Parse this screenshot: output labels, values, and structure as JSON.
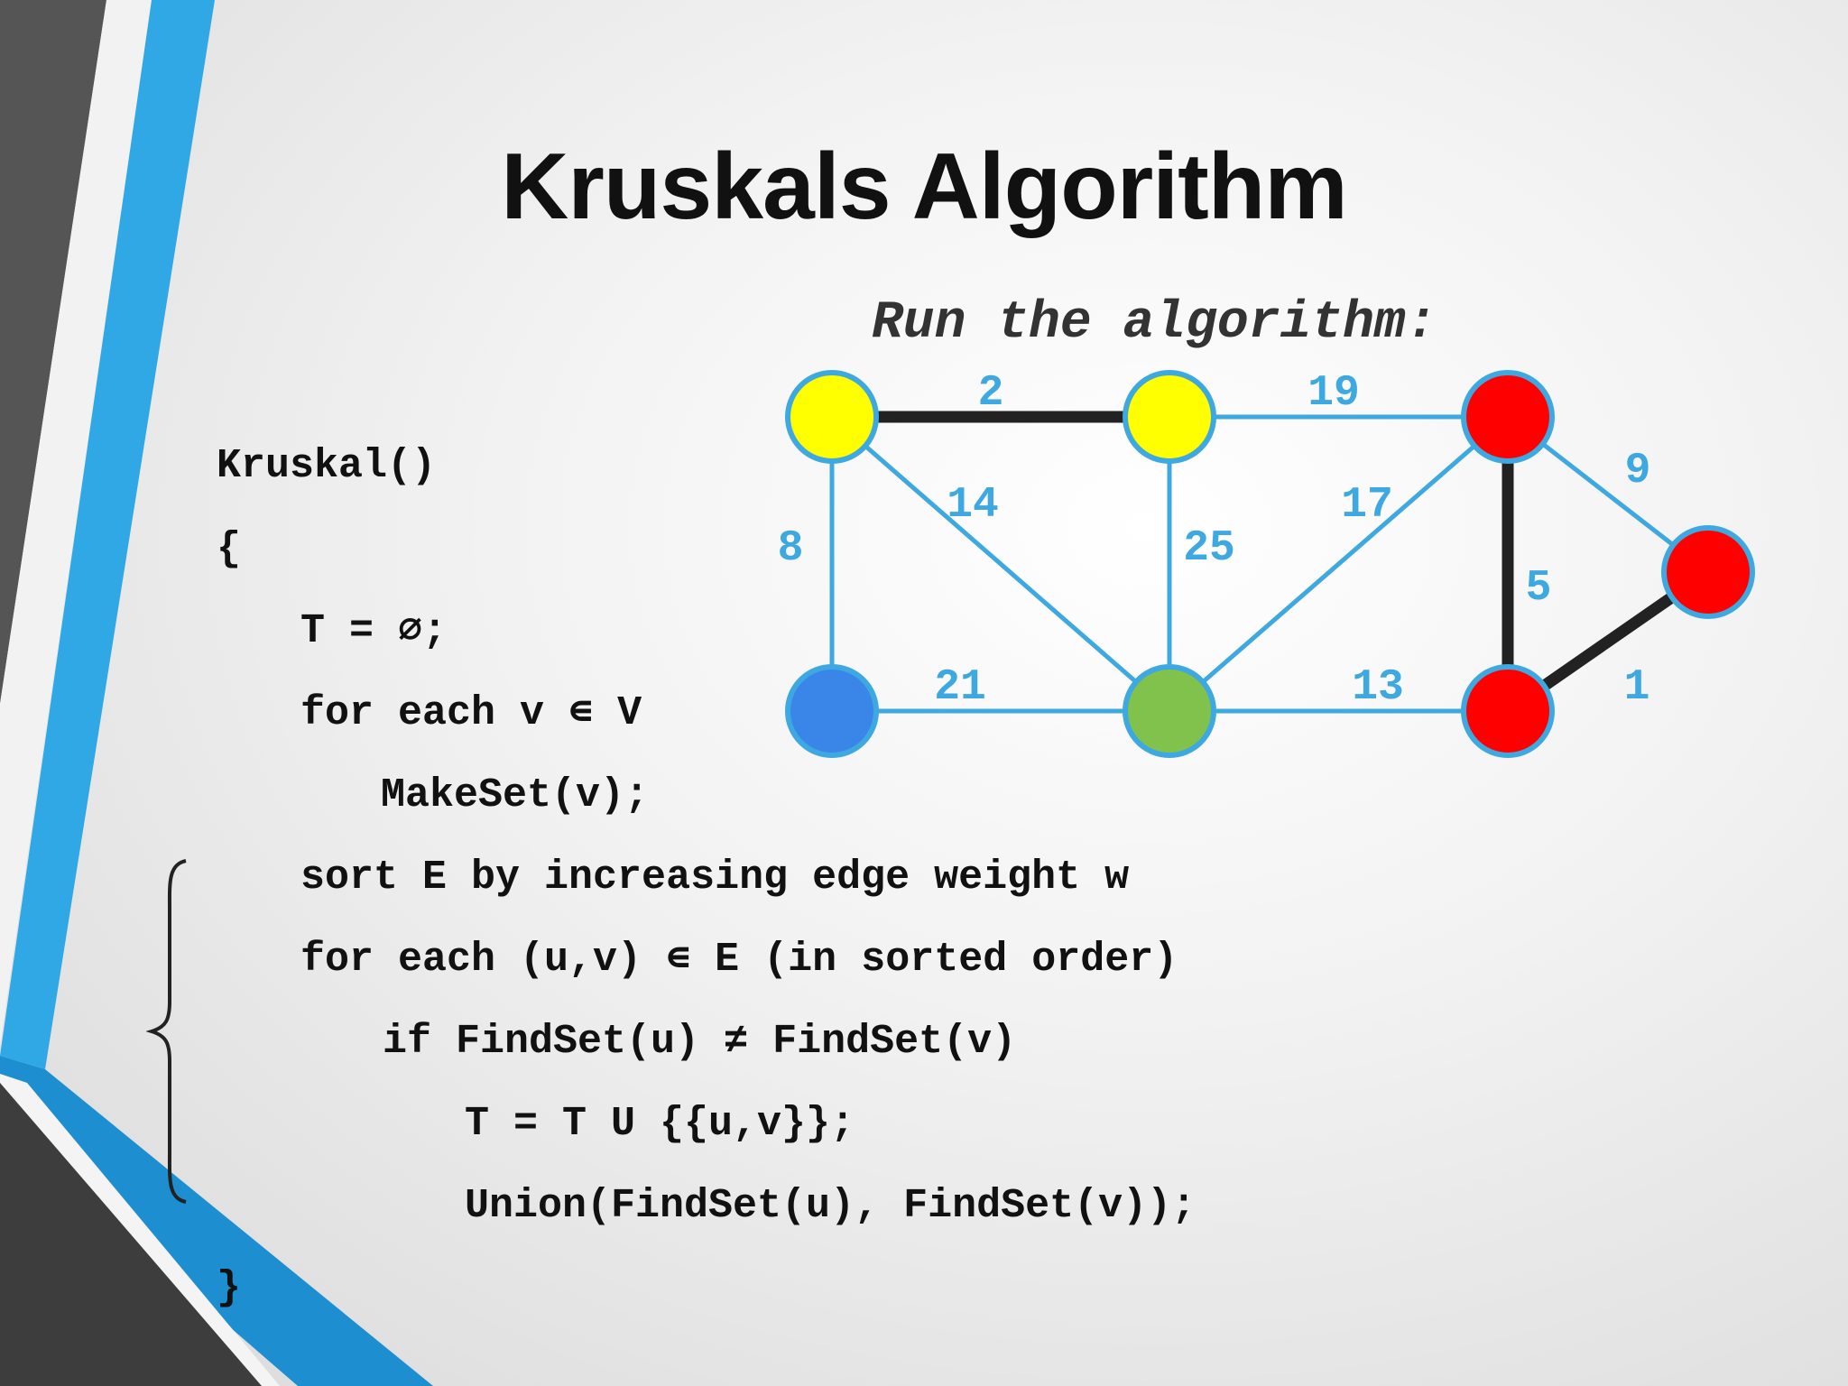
{
  "title": "Kruskals Algorithm",
  "subtitle": "Run the algorithm:",
  "code": [
    "Kruskal()",
    "{",
    "T = ∅;",
    "for each v ∊ V",
    "MakeSet(v);",
    "sort E by increasing edge weight w",
    "for each (u,v) ∊ E (in sorted order)",
    "if FindSet(u) ≠ FindSet(v)",
    "T = T U {{u,v}};",
    "Union(FindSet(u), FindSet(v));",
    "}"
  ],
  "colors": {
    "edge": "#3ea8e0",
    "tree_edge": "#222222",
    "node_outline": "#3ea8e0",
    "weight_label": "#3ea8e0",
    "yellow": "#ffff00",
    "red": "#ff0000",
    "blue": "#3a86e8",
    "green": "#80c24c"
  },
  "graph": {
    "nodes": [
      {
        "id": "n1",
        "color": "#ffff00"
      },
      {
        "id": "n2",
        "color": "#ffff00"
      },
      {
        "id": "n3",
        "color": "#ff0000"
      },
      {
        "id": "n4",
        "color": "#3a86e8"
      },
      {
        "id": "n5",
        "color": "#80c24c"
      },
      {
        "id": "n6",
        "color": "#ff0000"
      },
      {
        "id": "n7",
        "color": "#ff0000"
      }
    ],
    "edges": [
      {
        "from": "n1",
        "to": "n2",
        "weight": "2",
        "in_tree": true
      },
      {
        "from": "n2",
        "to": "n3",
        "weight": "19",
        "in_tree": false
      },
      {
        "from": "n1",
        "to": "n4",
        "weight": "8",
        "in_tree": false
      },
      {
        "from": "n1",
        "to": "n5",
        "weight": "14",
        "in_tree": false
      },
      {
        "from": "n2",
        "to": "n5",
        "weight": "25",
        "in_tree": false
      },
      {
        "from": "n3",
        "to": "n5",
        "weight": "17",
        "in_tree": false
      },
      {
        "from": "n3",
        "to": "n7",
        "weight": "9",
        "in_tree": false
      },
      {
        "from": "n3",
        "to": "n6",
        "weight": "5",
        "in_tree": true
      },
      {
        "from": "n4",
        "to": "n5",
        "weight": "21",
        "in_tree": false
      },
      {
        "from": "n5",
        "to": "n6",
        "weight": "13",
        "in_tree": false
      },
      {
        "from": "n6",
        "to": "n7",
        "weight": "1",
        "in_tree": true
      }
    ]
  }
}
